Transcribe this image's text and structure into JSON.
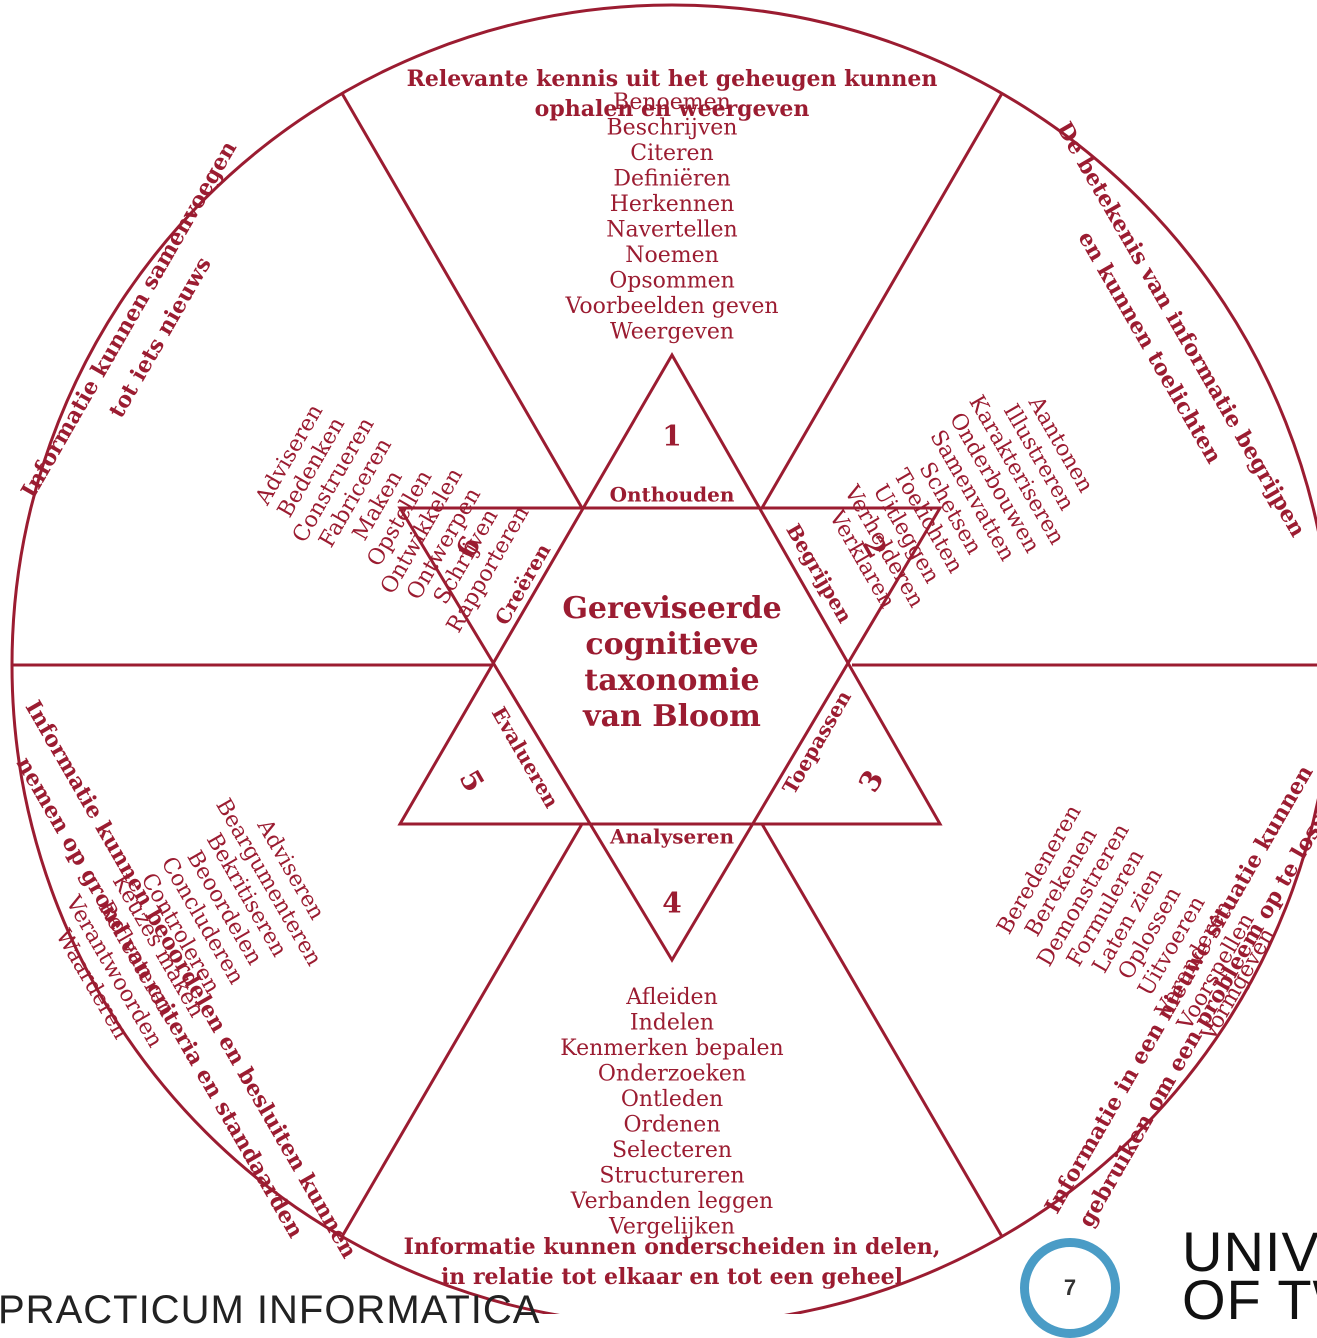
{
  "colors": {
    "primary": "#9b1c31",
    "accent_ring": "#4a9cc6"
  },
  "center_title": [
    "Gereviseerde",
    "cognitieve",
    "taxonomie",
    "van Bloom"
  ],
  "segments": [
    {
      "number": "1",
      "name": "Onthouden",
      "description": [
        "Relevante kennis uit het geheugen kunnen",
        "ophalen en weergeven"
      ],
      "verbs": [
        "Benoemen",
        "Beschrijven",
        "Citeren",
        "Definiëren",
        "Herkennen",
        "Navertellen",
        "Noemen",
        "Opsommen",
        "Voorbeelden geven",
        "Weergeven"
      ]
    },
    {
      "number": "2",
      "name": "Begrijpen",
      "description": [
        "De betekenis van informatie begrijpen",
        "en kunnen toelichten"
      ],
      "verbs": [
        "Aantonen",
        "Illustreren",
        "Karakteriseren",
        "Onderbouwen",
        "Samenvatten",
        "Schetsen",
        "Toelichten",
        "Uitleggen",
        "Verhelderen",
        "Verklaren"
      ]
    },
    {
      "number": "3",
      "name": "Toepassen",
      "description": [
        "Informatie in een nieuwe situatie kunnen",
        "gebruiken om een probleem op te lossen"
      ],
      "verbs": [
        "Beredeneren",
        "Berekenen",
        "Demonstreren",
        "Formuleren",
        "Laten zien",
        "Oplossen",
        "Uitvoeren",
        "Veranderen",
        "Voorspellen",
        "Vormgeven"
      ]
    },
    {
      "number": "4",
      "name": "Analyseren",
      "description": [
        "Informatie kunnen onderscheiden in delen,",
        "in relatie tot elkaar en tot een geheel"
      ],
      "verbs": [
        "Afleiden",
        "Indelen",
        "Kenmerken bepalen",
        "Onderzoeken",
        "Ontleden",
        "Ordenen",
        "Selecteren",
        "Structureren",
        "Verbanden leggen",
        "Vergelijken"
      ]
    },
    {
      "number": "5",
      "name": "Evalueren",
      "description": [
        "Informatie kunnen beoordelen en besluiten kunnen",
        "nemen  op grond van criteria en standaarden"
      ],
      "verbs": [
        "Adviseren",
        "Beargumenteren",
        "Bekritiseren",
        "Beoordelen",
        "Concluderen",
        "Controleren",
        "Keuzes maken",
        "Reflecteren",
        "Verantwoorden",
        "Waarderen"
      ]
    },
    {
      "number": "6",
      "name": "Creëren",
      "description": [
        "Informatie kunnen samenvoegen",
        "tot iets nieuws"
      ],
      "verbs": [
        "Adviseren",
        "Bedenken",
        "Construeren",
        "Fabriceren",
        "Maken",
        "Opstellen",
        "Ontwikkelen",
        "Ontwerpen",
        "Schrijven",
        "Rapporteren"
      ]
    }
  ],
  "footer": {
    "page_number": "7",
    "logo_text": "UNIVE\nOF TW",
    "left_text": "PRACTICUM INFORMATICA"
  }
}
